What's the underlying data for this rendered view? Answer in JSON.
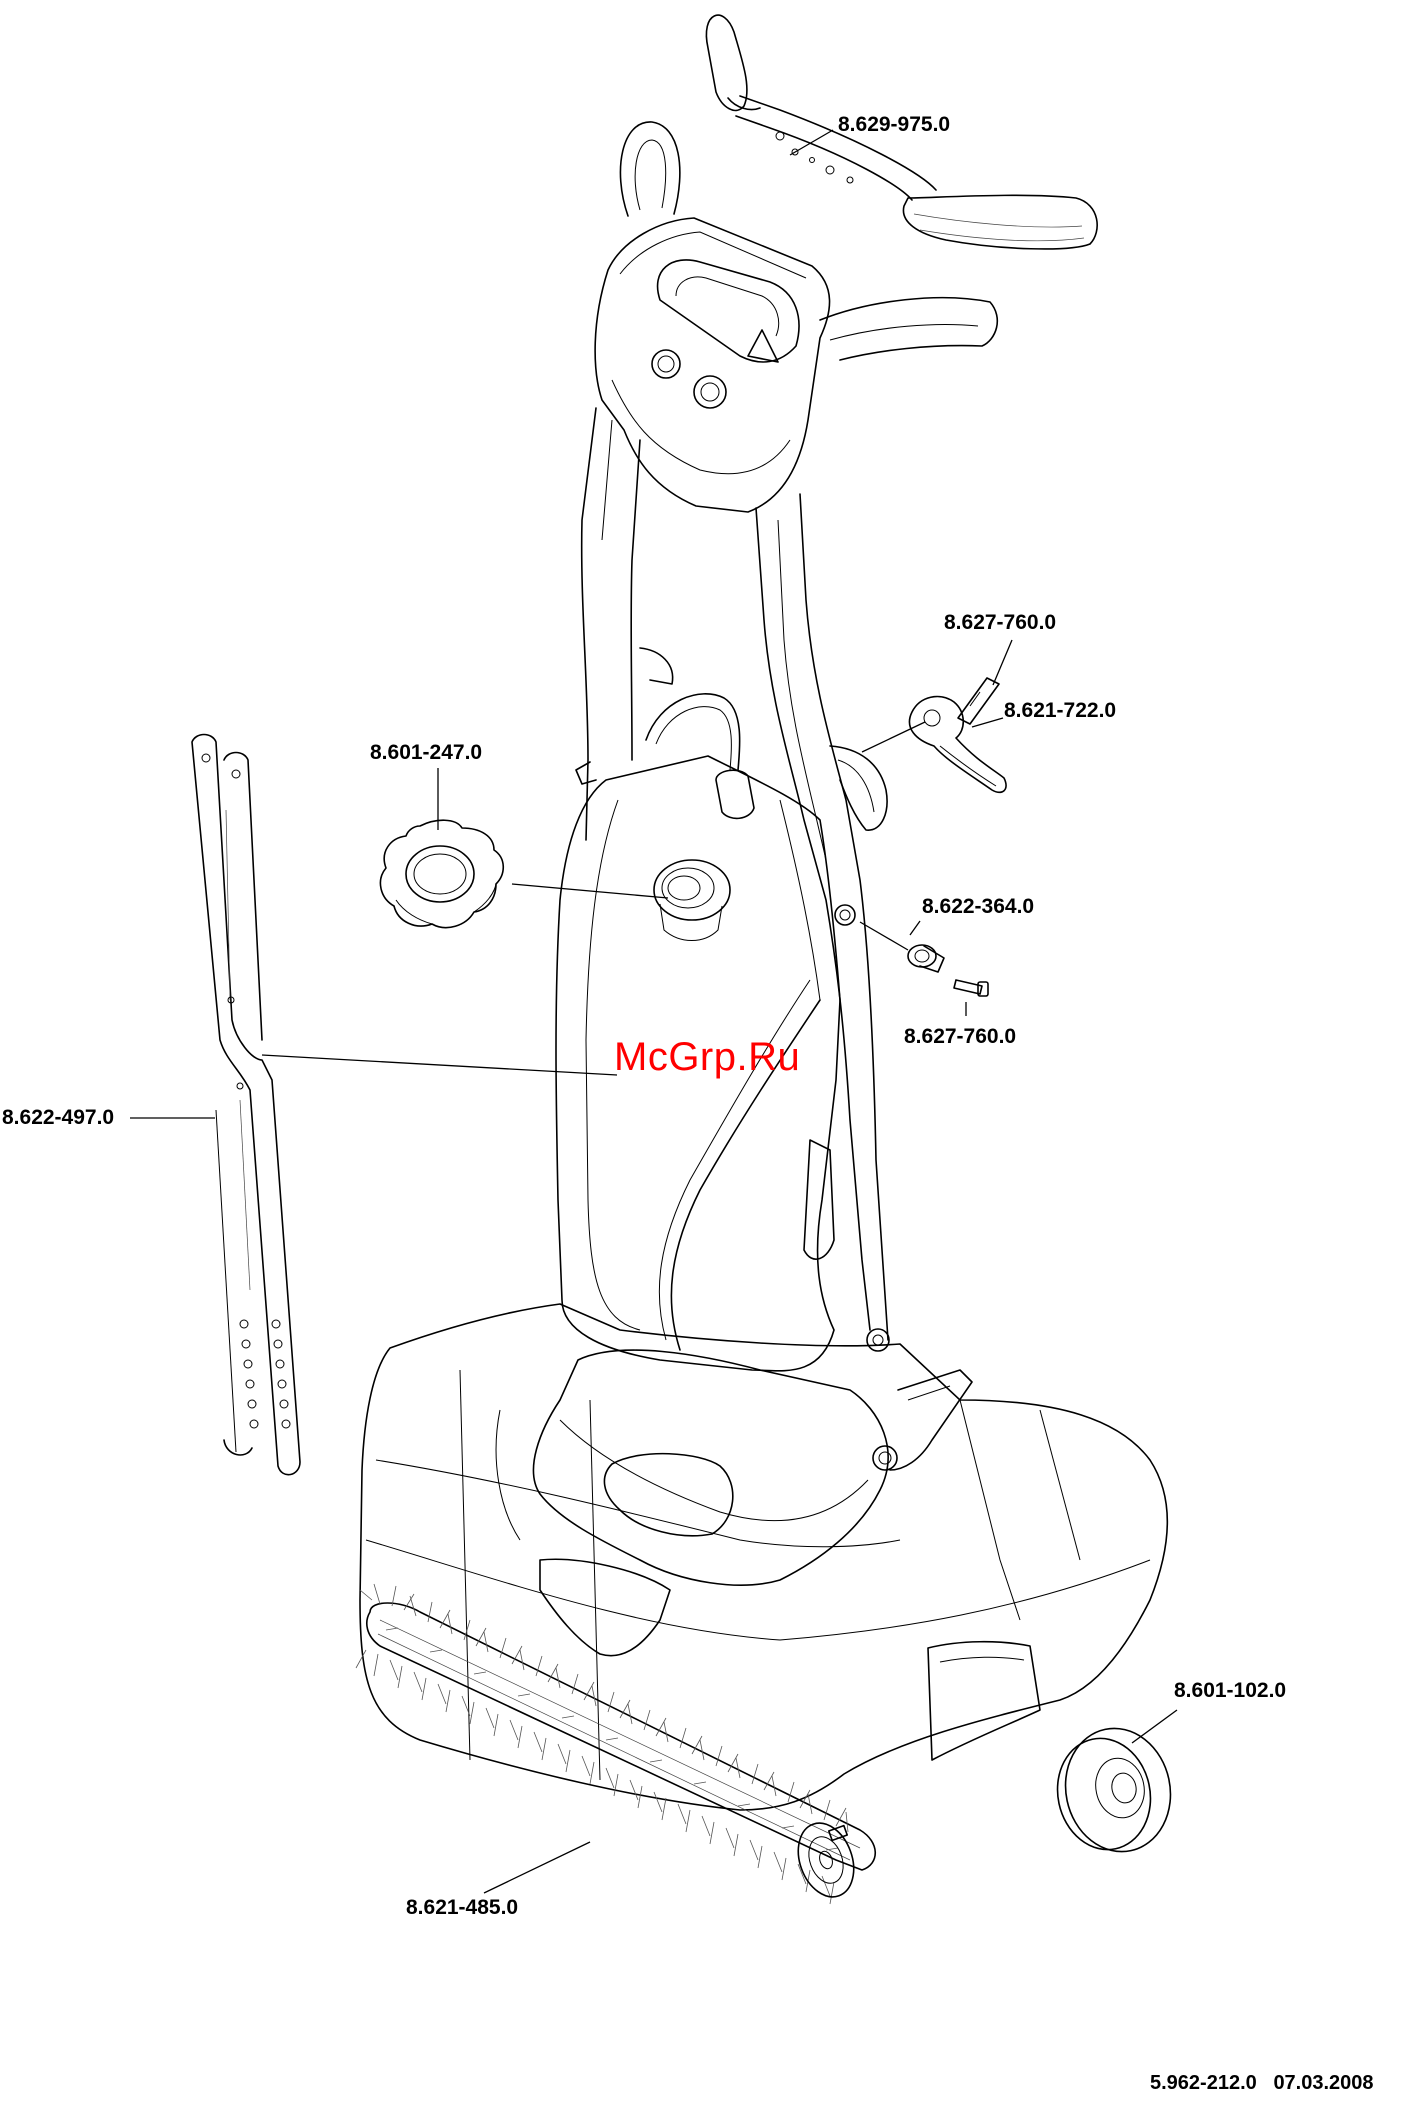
{
  "parts": {
    "handle_bar": "8.629-975.0",
    "screw_top": "8.627-760.0",
    "lever": "8.621-722.0",
    "tank_cap": "8.601-247.0",
    "bushing": "8.622-364.0",
    "screw_bottom": "8.627-760.0",
    "strap": "8.622-497.0",
    "wheel": "8.601-102.0",
    "brush_roller": "8.621-485.0"
  },
  "watermark": "McGrp.Ru",
  "footer": {
    "document_number": "5.962-212.0",
    "date": "07.03.2008"
  },
  "colors": {
    "line_art": "#000000",
    "watermark": "#ff0000",
    "background": "#ffffff"
  }
}
